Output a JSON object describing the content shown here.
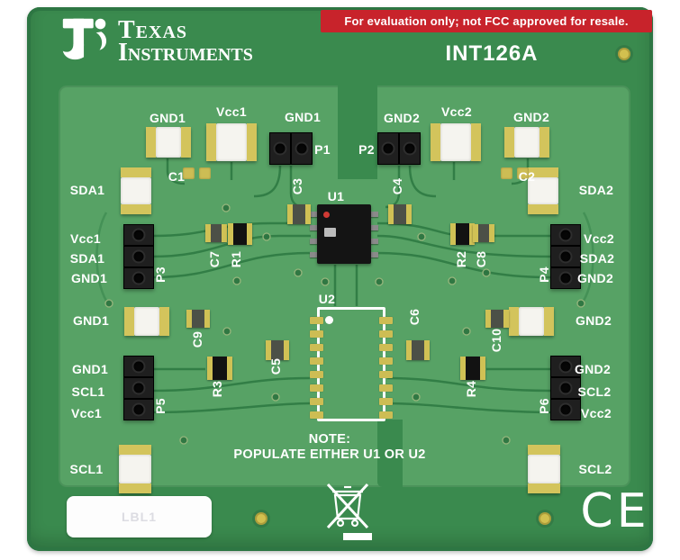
{
  "header": {
    "disclaimer": "For evaluation only; not FCC approved for resale.",
    "brand_line1": "Texas",
    "brand_line2": "Instruments",
    "board_name": "INT126A"
  },
  "note_line1": "NOTE:",
  "note_line2": "POPULATE EITHER U1 OR U2",
  "sticker_label": "LBL1",
  "ce_text": "CE",
  "labels": [
    "GND1",
    "Vcc1",
    "GND1",
    "P1",
    "P2",
    "GND2",
    "Vcc2",
    "GND2",
    "C1",
    "C3",
    "C4",
    "C2",
    "SDA1",
    "SDA2",
    "U1",
    "Vcc1",
    "SDA1",
    "GND1",
    "P3",
    "C7",
    "R1",
    "R2",
    "C8",
    "P4",
    "Vcc2",
    "SDA2",
    "GND2",
    "U2",
    "GND1",
    "GND2",
    "C9",
    "C5",
    "C6",
    "C10",
    "GND1",
    "SCL1",
    "Vcc1",
    "P5",
    "R3",
    "R4",
    "P6",
    "GND2",
    "SCL2",
    "Vcc2",
    "SCL1",
    "SCL2"
  ],
  "icons": {
    "logo": "ti-logo",
    "weee": "weee-crossed-out-bin",
    "fiducial": "fiducial-dot",
    "ce": "ce-mark",
    "pin1": "pin1-red-dot"
  },
  "colors": {
    "banner_red": "#c8232b",
    "board_green": "#3a8a4e",
    "panel_green": "#57a265",
    "silkscreen_white": "#ffffff",
    "pad_gold": "#cdbd54"
  }
}
